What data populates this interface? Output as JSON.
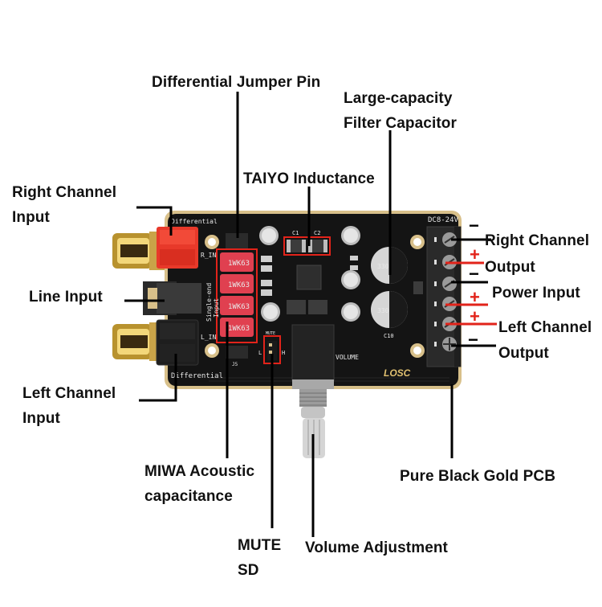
{
  "title": "Amplifier board component diagram",
  "colors": {
    "pcb": "#1a1a1a",
    "pcb_edge": "#d8c08a",
    "highlight": "#e2231a",
    "leader": "#000000",
    "label": "#111111",
    "jumper_red": "#e8392a",
    "capacitor_red": "#e04050",
    "brand": "#e0c070"
  },
  "labels": {
    "differential_jumper_pin": "Differential Jumper Pin",
    "filter_capacitor_line1": "Large-capacity",
    "filter_capacitor_line2": "Filter Capacitor",
    "taiyo_inductance": "TAIYO Inductance",
    "right_channel_input_line1": "Right Channel",
    "right_channel_input_line2": "Input",
    "line_input": "Line Input",
    "left_channel_input_line1": "Left Channel",
    "left_channel_input_line2": "Input",
    "miwa_line1": "MIWA Acoustic",
    "miwa_line2": "capacitance",
    "mute_line1": "MUTE",
    "mute_line2": "SD",
    "volume_adjustment": "Volume Adjustment",
    "pcb": "Pure Black Gold PCB",
    "right_channel_output_line1": "Right Channel",
    "right_channel_output_line2": "Output",
    "power_input": "Power Input",
    "left_channel_output_line1": "Left Channel",
    "left_channel_output_line2": "Output"
  },
  "polarity_marks": [
    "−",
    "+",
    "−",
    "+",
    "+",
    "−"
  ],
  "silkscreen": {
    "differential_top": "Differential",
    "differential_bottom": "Differential",
    "r_in": "R_IN",
    "l_in": "L_IN",
    "single_end": "Single-end",
    "input": "Input",
    "dc_range": "DC8-24V",
    "volume": "VOLUME",
    "brand": "LOSC",
    "mute": "MUTE",
    "capacitor_marking": "1WK63",
    "electrolytic_value": "330",
    "electrolytic_voltage": "35V",
    "c1": "C1",
    "c2": "C2",
    "c10": "C10",
    "j5": "J5",
    "l": "L",
    "h": "H"
  }
}
